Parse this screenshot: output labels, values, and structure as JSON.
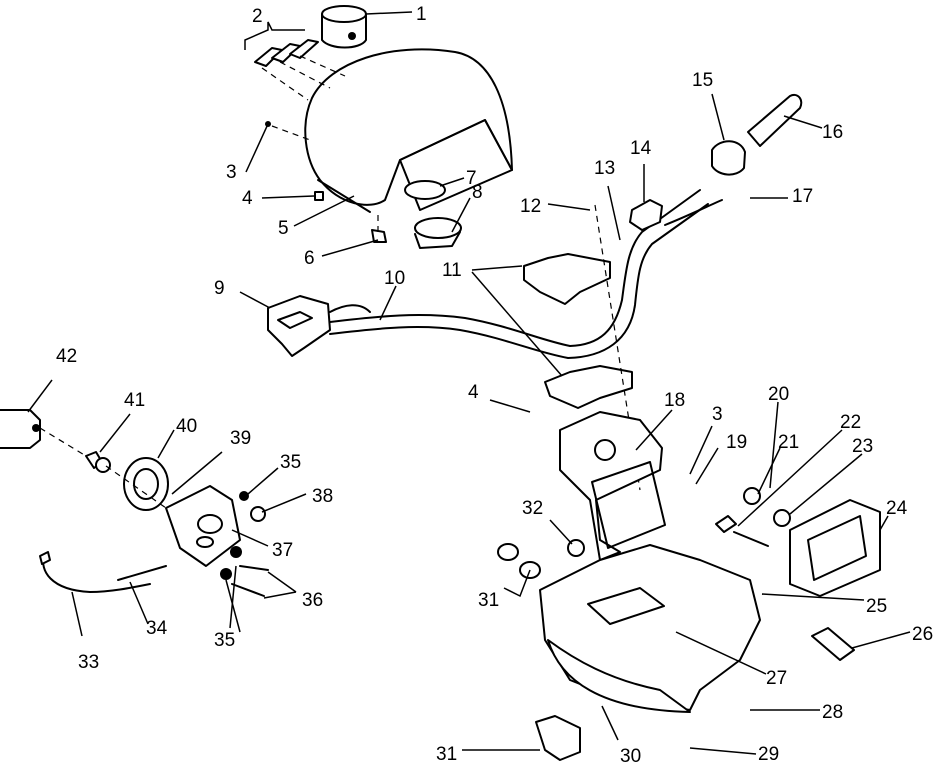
{
  "callouts": [
    {
      "id": "c1",
      "text": "1"
    },
    {
      "id": "c2",
      "text": "2"
    },
    {
      "id": "c3a",
      "text": "3"
    },
    {
      "id": "c4a",
      "text": "4"
    },
    {
      "id": "c5",
      "text": "5"
    },
    {
      "id": "c6",
      "text": "6"
    },
    {
      "id": "c7",
      "text": "7"
    },
    {
      "id": "c8",
      "text": "8"
    },
    {
      "id": "c9",
      "text": "9"
    },
    {
      "id": "c10",
      "text": "10"
    },
    {
      "id": "c11",
      "text": "11"
    },
    {
      "id": "c12",
      "text": "12"
    },
    {
      "id": "c13",
      "text": "13"
    },
    {
      "id": "c14",
      "text": "14"
    },
    {
      "id": "c15",
      "text": "15"
    },
    {
      "id": "c16",
      "text": "16"
    },
    {
      "id": "c17",
      "text": "17"
    },
    {
      "id": "c4b",
      "text": "4"
    },
    {
      "id": "c18",
      "text": "18"
    },
    {
      "id": "c3b",
      "text": "3"
    },
    {
      "id": "c19",
      "text": "19"
    },
    {
      "id": "c20",
      "text": "20"
    },
    {
      "id": "c21",
      "text": "21"
    },
    {
      "id": "c22",
      "text": "22"
    },
    {
      "id": "c23",
      "text": "23"
    },
    {
      "id": "c24",
      "text": "24"
    },
    {
      "id": "c25",
      "text": "25"
    },
    {
      "id": "c26",
      "text": "26"
    },
    {
      "id": "c27",
      "text": "27"
    },
    {
      "id": "c28",
      "text": "28"
    },
    {
      "id": "c29",
      "text": "29"
    },
    {
      "id": "c30",
      "text": "30"
    },
    {
      "id": "c31a",
      "text": "31"
    },
    {
      "id": "c31b",
      "text": "31"
    },
    {
      "id": "c32",
      "text": "32"
    },
    {
      "id": "c33",
      "text": "33"
    },
    {
      "id": "c34",
      "text": "34"
    },
    {
      "id": "c35a",
      "text": "35"
    },
    {
      "id": "c35b",
      "text": "35"
    },
    {
      "id": "c36",
      "text": "36"
    },
    {
      "id": "c37",
      "text": "37"
    },
    {
      "id": "c38",
      "text": "38"
    },
    {
      "id": "c39",
      "text": "39"
    },
    {
      "id": "c40",
      "text": "40"
    },
    {
      "id": "c41",
      "text": "41"
    },
    {
      "id": "c42",
      "text": "42"
    }
  ]
}
